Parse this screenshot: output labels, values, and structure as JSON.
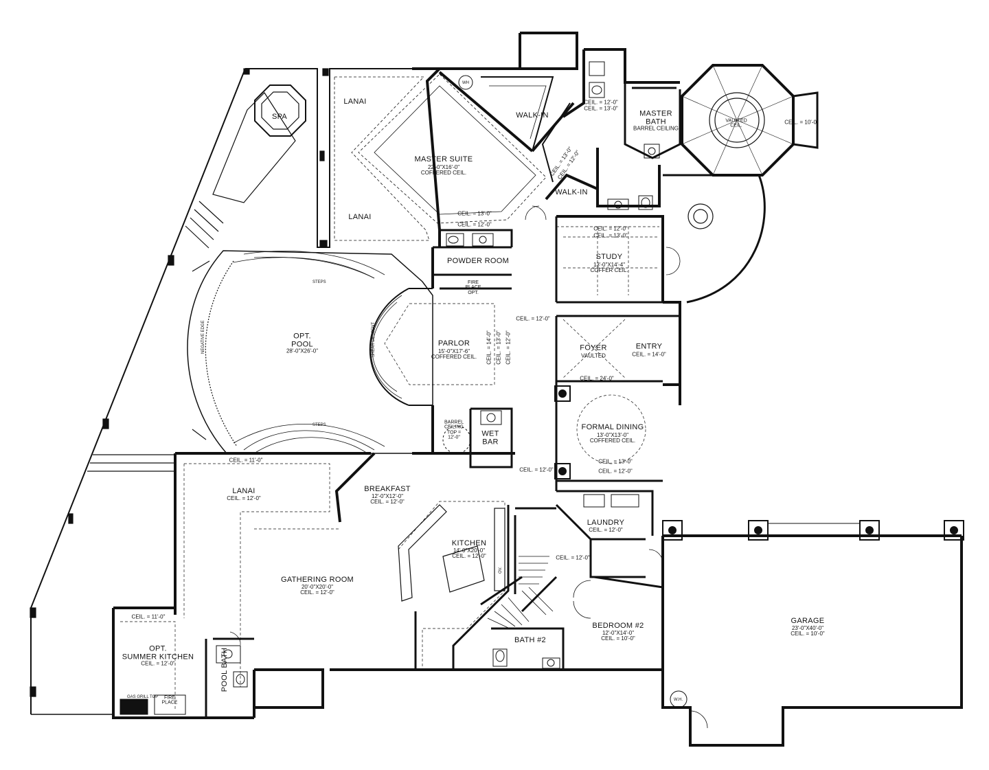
{
  "rooms": {
    "spa": {
      "name": "SPA"
    },
    "lanai_top": {
      "name": "LANAI"
    },
    "lanai_bottom": {
      "name": "LANAI"
    },
    "master_suite": {
      "name": "MASTER SUITE",
      "size": "22'-0\"X16'-0\"",
      "ceil": "COFFERED CEIL."
    },
    "walkin_1": {
      "name": "WALK-IN"
    },
    "walkin_2": {
      "name": "WALK-IN"
    },
    "master_bath": {
      "name": "MASTER",
      "name2": "BATH",
      "ceil": "BARREL CEILING"
    },
    "vaulted": {
      "name": "VAULTED",
      "name2": "CEIL."
    },
    "powder_room": {
      "name": "POWDER ROOM"
    },
    "fireplace_opt": {
      "name": "FIRE",
      "name2": "PLACE",
      "opt": "OPT."
    },
    "study": {
      "name": "STUDY",
      "size": "13'-0\"X14'-4\"",
      "ceil": "COFFER CEIL."
    },
    "pool": {
      "name": "OPT.",
      "name2": "POOL",
      "size": "28'-0\"X26'-0\""
    },
    "parlor": {
      "name": "PARLOR",
      "size": "15'-0\"X17'-6\"",
      "ceil": "COFFERED CEIL."
    },
    "foyer": {
      "name": "FOYER",
      "ceil": "VAULTED"
    },
    "entry": {
      "name": "ENTRY",
      "ceil": "CEIL. = 14'-0\""
    },
    "formal_dining": {
      "name": "FORMAL DINING",
      "size": "13'-0\"X13'-0\"",
      "ceil": "COFFERED CEIL."
    },
    "barrel": {
      "l1": "BARREL",
      "l2": "CEILING",
      "l3": "TOP =",
      "l4": "12'-0\""
    },
    "wet_bar": {
      "name": "WET",
      "name2": "BAR"
    },
    "lanai_main": {
      "name": "LANAI",
      "ceil": "CEIL. = 12'-0\""
    },
    "breakfast": {
      "name": "BREAKFAST",
      "size": "12'-0\"X12'-0\"",
      "ceil": "CEIL. = 12'-0\""
    },
    "kitchen": {
      "name": "KITCHEN",
      "size": "14'-0\"X20'-0\"",
      "ceil": "CEIL. = 12'-0\""
    },
    "laundry": {
      "name": "LAUNDRY",
      "ceil": "CEIL. = 12'-0\""
    },
    "gathering": {
      "name": "GATHERING ROOM",
      "size": "20'-0\"X20'-0\"",
      "ceil": "CEIL. = 12'-0\""
    },
    "summer_kitchen": {
      "name": "OPT.",
      "name2": "SUMMER KITCHEN",
      "ceil": "CEIL. = 12'-0\""
    },
    "pool_bath": {
      "name": "POOL BATH"
    },
    "fireplace_ext": {
      "name": "FIRE",
      "name2": "PLACE"
    },
    "bath2": {
      "name": "BATH #2"
    },
    "bedroom2": {
      "name": "BEDROOM #2",
      "size": "12'-0\"X14'-0\"",
      "ceil": "CEIL. = 10'-0\""
    },
    "garage": {
      "name": "GARAGE",
      "size": "23'-0\"X40'-0\"",
      "ceil": "CEIL. = 10'-0\""
    }
  },
  "notes": {
    "steps_top": "STEPS",
    "steps_bottom": "STEPS",
    "negative_edge": "NEGATIVE EDGE",
    "shear_descent": "SHEAR DESCENT",
    "gas_grill": "GAS GRILL TOP",
    "wh_1": "WH",
    "wh_2": "W.H.",
    "oven": "OV."
  },
  "ceilings": {
    "c_mb_1": "CEIL. = 12'-0\"",
    "c_mb_2": "CEIL. = 13'-0\"",
    "c_vault": "CEIL. = 10'-0\"",
    "c_ms_1": "CEIL. = 13'-0\"",
    "c_ms_2": "CEIL. = 12'-0\"",
    "c_hall_v1": "CEIL. = 13'-0\"",
    "c_hall_v2": "CEIL. = 12'-0\"",
    "c_study_1": "CEIL. = 12'-0\"",
    "c_study_2": "CEIL. = 13'-0\"",
    "c_gallery": "CEIL. = 12'-0\"",
    "c_parlor_1": "CEIL. = 14'-0\"",
    "c_parlor_2": "CEIL. = 13'-0\"",
    "c_parlor_3": "CEIL. = 12'-0\"",
    "c_foyer": "CEIL. = 24'-0\"",
    "c_dining_1": "CEIL. = 13'-0\"",
    "c_dining_2": "CEIL. = 12'-0\"",
    "c_pool": "CEIL. = 11'-0\"",
    "c_hall2": "CEIL. = 12'-0\"",
    "c_stair": "CEIL. = 12'-0\"",
    "c_summer": "CEIL. = 11'-0\""
  }
}
